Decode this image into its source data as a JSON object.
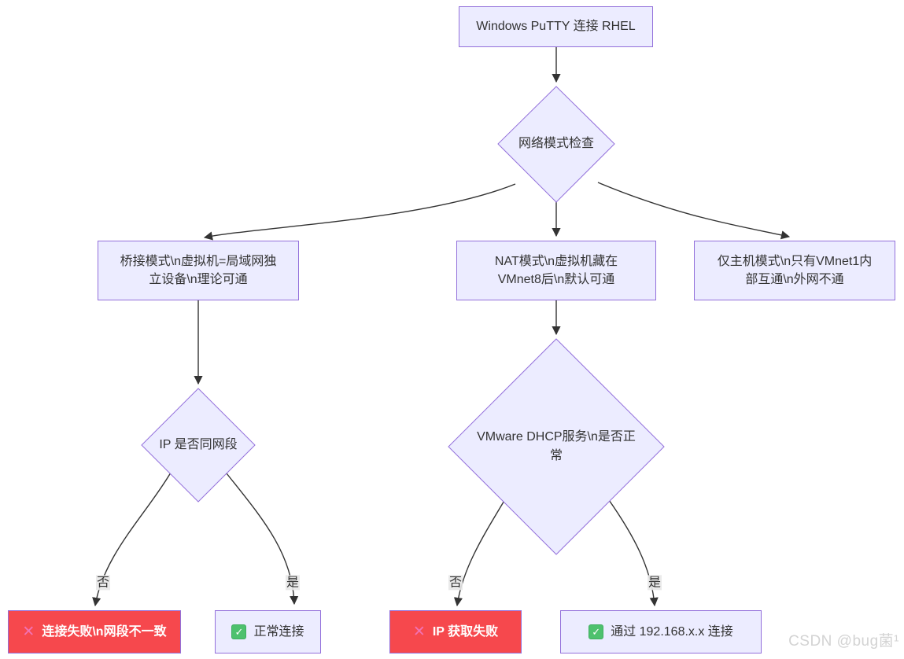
{
  "diagram_type": "flowchart",
  "nodes": {
    "start": {
      "label": "Windows PuTTY 连接 RHEL"
    },
    "check_mode": {
      "label": "网络模式检查"
    },
    "bridge": {
      "label": "桥接模式\\n虚拟机=局域网独\n立设备\\n理论可通"
    },
    "nat": {
      "label": "NAT模式\\n虚拟机藏在\nVMnet8后\\n默认可通"
    },
    "hostonly": {
      "label": "仅主机模式\\n只有VMnet1内\n部互通\\n外网不通"
    },
    "ip_subnet_check": {
      "label": "IP 是否同网段"
    },
    "dhcp_check": {
      "label": "VMware DHCP服务\\n是否正\n常"
    },
    "fail_subnet": {
      "icon_glyph": "✕",
      "label": "连接失败\\n网段不一致"
    },
    "ok_connect": {
      "icon_glyph": "✓",
      "label": "正常连接"
    },
    "fail_ip": {
      "icon_glyph": "✕",
      "label": "IP 获取失败"
    },
    "ok_nat": {
      "icon_glyph": "✓",
      "label": "通过 192.168.x.x 连接"
    }
  },
  "branch_labels": {
    "ip_no": "否",
    "ip_yes": "是",
    "dhcp_no": "否",
    "dhcp_yes": "是"
  },
  "watermark": "CSDN @bug菌¹",
  "colors": {
    "node_fill": "#ECECFF",
    "node_border": "#9370DB",
    "fail_fill": "#F6484D",
    "check_green": "#4EC16E",
    "cross_pink": "#F272B4",
    "edge_line": "#333333",
    "edge_label_bg": "#e8e8e8",
    "text": "#333333",
    "watermark_gray": "#d3d3d3"
  }
}
